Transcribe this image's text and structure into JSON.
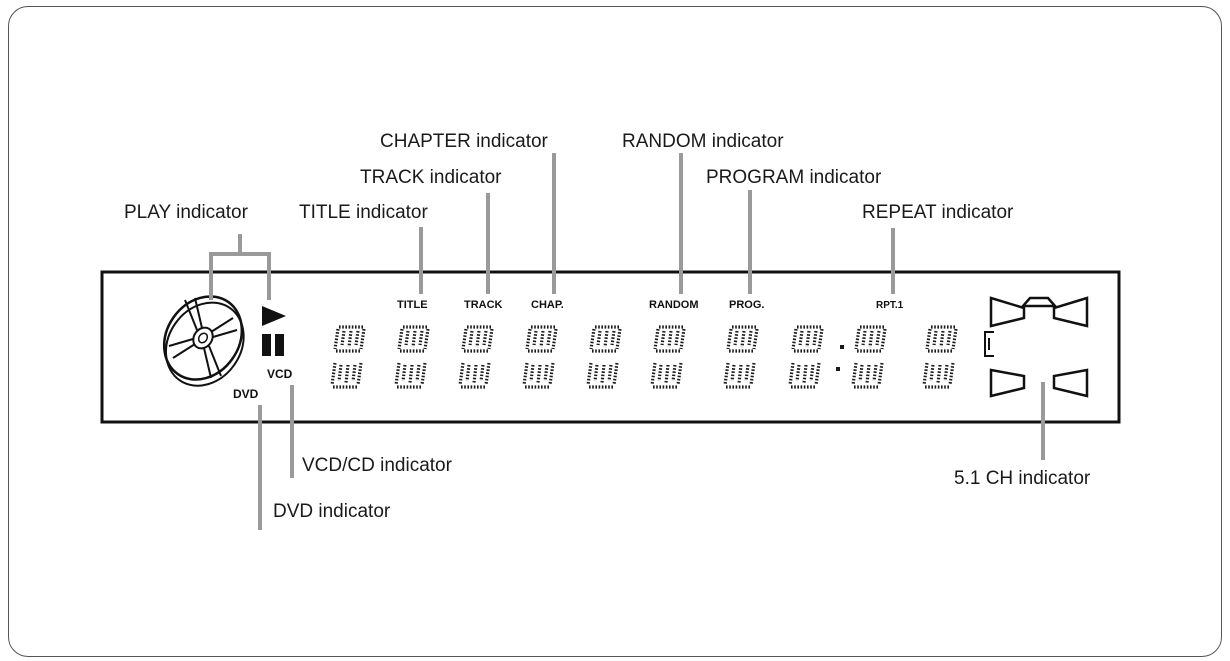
{
  "callouts": {
    "chapter": "CHAPTER indicator",
    "random": "RANDOM indicator",
    "track": "TRACK indicator",
    "program": "PROGRAM indicator",
    "play": "PLAY indicator",
    "title": "TITLE indicator",
    "repeat": "REPEAT indicator",
    "vcd_cd": "VCD/CD indicator",
    "dvd": "DVD indicator",
    "ch51": "5.1 CH indicator"
  },
  "panel_labels": {
    "title": "TITLE",
    "track": "TRACK",
    "chap": "CHAP.",
    "random": "RANDOM",
    "prog": "PROG.",
    "rpt": "RPT.1",
    "vcd": "VCD",
    "dvd": "DVD"
  },
  "colors": {
    "leader": "#9a9a9a",
    "segments": "#1a1a1a",
    "text": "#1a1a1a"
  },
  "icons": [
    "disc-icon",
    "play-icon",
    "pause-icon",
    "speaker-icon"
  ]
}
